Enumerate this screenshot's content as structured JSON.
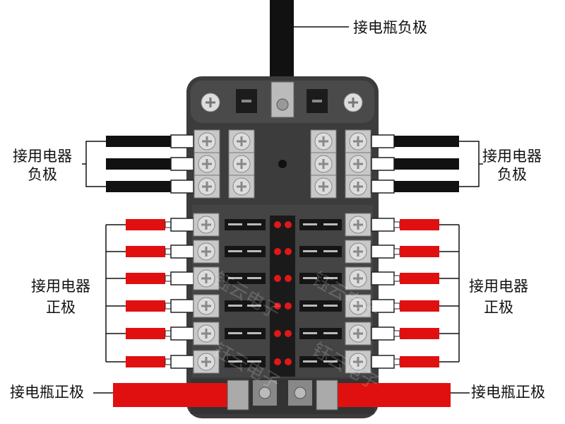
{
  "labels": {
    "battery_negative": "接电瓶负极",
    "load_negative_left": [
      "接用电器",
      "负极"
    ],
    "load_negative_right": [
      "接用电器",
      "负极"
    ],
    "load_positive_left": [
      "接用电器",
      "正极"
    ],
    "load_positive_right": [
      "接用电器",
      "正极"
    ],
    "battery_positive_left": "接电瓶正极",
    "battery_positive_right": "接电瓶正极"
  },
  "watermark": "钰云电子",
  "counts": {
    "negative_terminals_per_side": 3,
    "fuse_circuits_per_side": 6
  },
  "colors": {
    "housing": "#3c3c3c",
    "positive_wire": "#e01010",
    "negative_wire": "#111111",
    "led": "#e01818",
    "terminal": "#c8c8c8"
  }
}
